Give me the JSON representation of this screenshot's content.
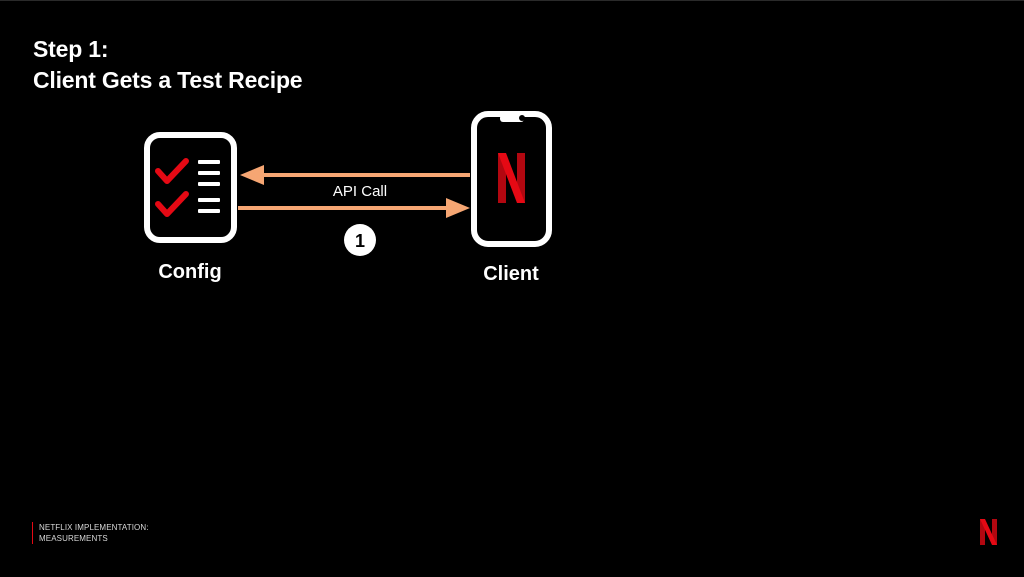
{
  "slide": {
    "title_line1": "Step 1:",
    "title_line2": "Client Gets a Test Recipe"
  },
  "diagram": {
    "config_label": "Config",
    "client_label": "Client",
    "edge_label": "API Call",
    "step_number": "1"
  },
  "footer": {
    "line1": "NETFLIX IMPLEMENTATION:",
    "line2": "MEASUREMENTS"
  },
  "icons": {
    "config": "checklist-icon",
    "client": "smartphone-icon",
    "app_logo": "netflix-n-logo",
    "brand": "netflix-n-logo"
  },
  "colors": {
    "background": "#000000",
    "text": "#ffffff",
    "arrow": "#f6a673",
    "brand_red": "#e50914",
    "check_red": "#e50914"
  }
}
